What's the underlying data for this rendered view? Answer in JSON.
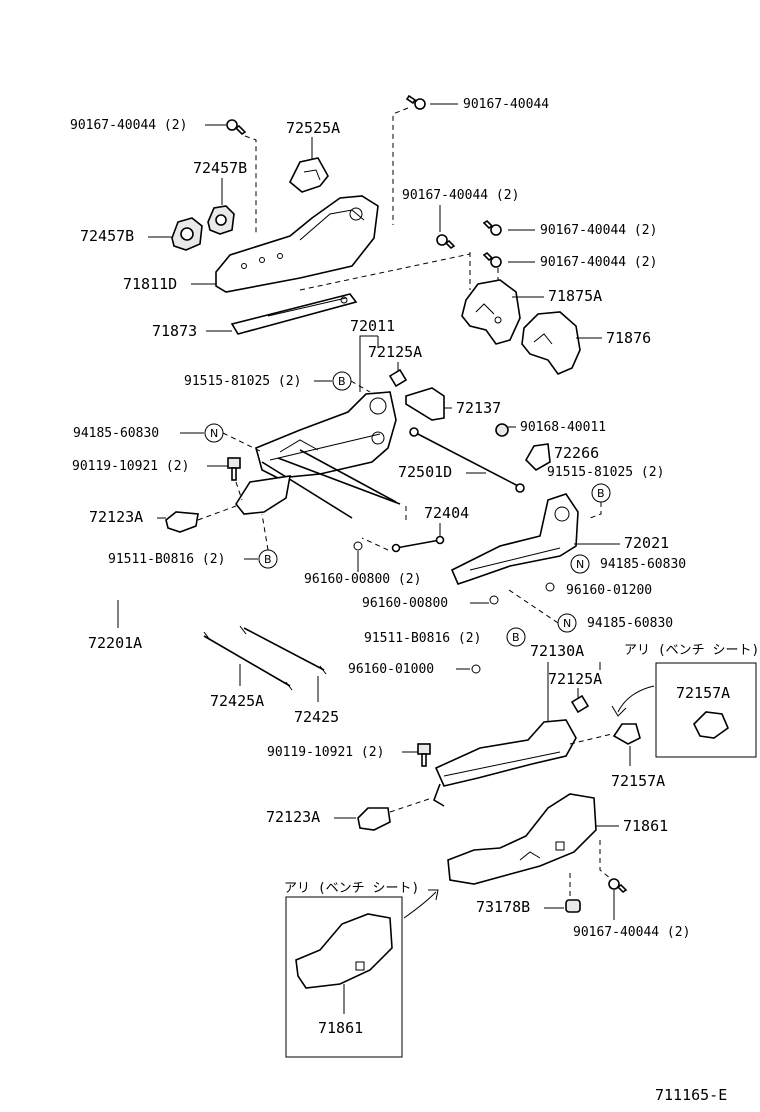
{
  "diagram_id": "711165-E",
  "labels": {
    "l01": "90167-40044 (2)",
    "l02": "90167-40044",
    "l03": "72525A",
    "l04": "72457B",
    "l05": "72457B",
    "l06": "90167-40044 (2)",
    "l07": "90167-40044 (2)",
    "l08": "90167-40044 (2)",
    "l09": "71811D",
    "l10": "71875A",
    "l11": "71873",
    "l12": "72011",
    "l13": "72125A",
    "l14": "71876",
    "l15": "91515-81025 (2)",
    "l16": "72137",
    "l17": "94185-60830",
    "l18": "90168-40011",
    "l19": "90119-10921 (2)",
    "l20": "72266",
    "l21": "72501D",
    "l22": "91515-81025 (2)",
    "l23": "72123A",
    "l24": "72404",
    "l25": "91511-B0816 (2)",
    "l26": "72021",
    "l27": "94185-60830",
    "l28": "96160-00800 (2)",
    "l29": "96160-01200",
    "l30": "96160-00800",
    "l31": "72201A",
    "l32": "94185-60830",
    "l33": "91511-B0816 (2)",
    "l34": "アリ (ベンチ シート)",
    "l35": "72130A",
    "l36": "96160-01000",
    "l37": "72125A",
    "l38": "72157A",
    "l39": "72425A",
    "l40": "72425",
    "l41": "90119-10921 (2)",
    "l42": "72157A",
    "l43": "72123A",
    "l44": "71861",
    "l45": "アリ (ベンチ シート)",
    "l46": "73178B",
    "l47": "90167-40044 (2)",
    "l48": "71861",
    "l49": "711165-E"
  },
  "markers": {
    "b1": "B",
    "n1": "N",
    "b2": "B",
    "b3": "B",
    "n2": "N",
    "n3": "N",
    "b4": "B"
  },
  "icons": {
    "bolt": "bolt-icon",
    "nut": "nut-icon",
    "clip": "clip-icon",
    "arrow": "arrow-icon"
  }
}
